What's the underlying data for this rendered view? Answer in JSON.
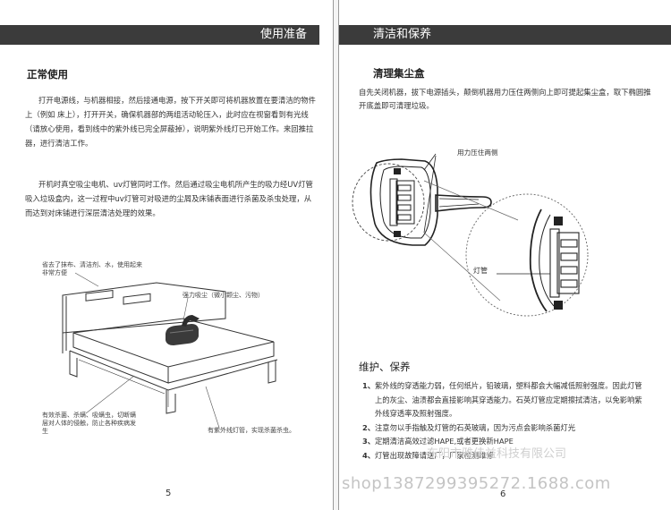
{
  "left_page": {
    "header": "使用准备",
    "section_title": "正常使用",
    "paragraphs": [
      "打开电源线，与机器相接，然后接通电源，按下开关即可将机器放置在要清洁的物件上（例如 床上），打开开关，确保机器部的两组活动轮压入，此时应在视窗看到有光线（请放心使用，看到线中的紫外线已完全屏蔽掉），说明紫外线灯已开始工作。来回推拉器，进行清洁工作。",
      "开机时真空吸尘电机、uv灯管同时工作。然后通过吸尘电机所产生的吸力经UV灯管吸入垃圾盒内，这一过程中uv灯管可对吸进的尘屑及床铺表面进行杀菌及杀虫处理，从而达到对床铺进行深层清洁处理的效果。"
    ],
    "annotations": {
      "top_left": "省去了抹布、清洁剂、水，使用起来非常方便",
      "top_right": "强力吸尘（微小颗尘、污物）",
      "bottom_left": "有效杀菌、杀螨、吸螨虫，切断螨层对人体的侵触，防止各种疾病发生",
      "bottom_right": "有紫外线灯管，实现杀菌杀虫。"
    },
    "page_number": "5"
  },
  "right_page": {
    "header": "清洁和保养",
    "section_title": "清理集尘盒",
    "paragraph": "自先关闭机器，拔下电源插头，颠倒机器用力压住两侧向上即可提起集尘盒，取下椭圆推开底盖即可清理垃圾。",
    "callouts": {
      "press_sides": "用力压住两侧",
      "lamp": "灯管"
    },
    "maint_title": "维护、保养",
    "maint_items": [
      {
        "no": "1、",
        "text": "紫外线的穿透能力弱，任何纸片，铅玻璃，塑料都会大幅减低照射强度。因此灯管上的灰尘、油渍都会直接影响其穿透能力。石英灯管应定期擦拭清洁，以免影响紫外线穿透率及照射强度。"
      },
      {
        "no": "2、",
        "text": "注意勿以手指触及灯管的石英玻璃，因为污点会影响杀菌灯光"
      },
      {
        "no": "3、",
        "text": "定期清洁高效过滤HAPE,或者更换新HAPE"
      },
      {
        "no": "4、",
        "text": "灯管出现故障请送厂，厂家检测维修"
      }
    ],
    "page_number": "6"
  },
  "watermark": {
    "url": "shop1387299395272.1688.com",
    "company": "东阳市雅佳益科技有限公司"
  },
  "colors": {
    "header_bar": "#3b3b3b",
    "text": "#333333",
    "watermark": "#c4c4c4"
  }
}
